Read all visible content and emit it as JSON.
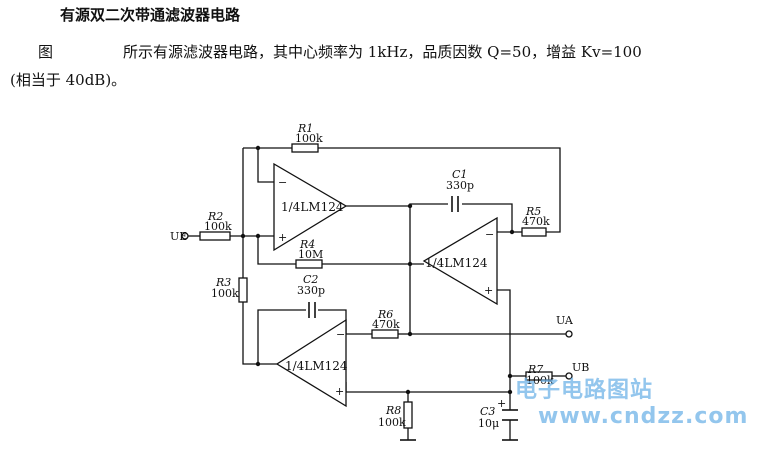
{
  "title": "有源双二次带通滤波器电路",
  "description": {
    "fig_word": "图",
    "line1": "所示有源滤波器电路，其中心频率为 1kHz，品质因数 Q=50，增益 Kv=100",
    "line2": "(相当于 40dB)。"
  },
  "components": {
    "R1": {
      "name": "R1",
      "value": "100k"
    },
    "R2": {
      "name": "R2",
      "value": "100k"
    },
    "R3": {
      "name": "R3",
      "value": "100k"
    },
    "R4": {
      "name": "R4",
      "value": "10M"
    },
    "R5": {
      "name": "R5",
      "value": "470k"
    },
    "R6": {
      "name": "R6",
      "value": "470k"
    },
    "R7": {
      "name": "R7",
      "value": "100k"
    },
    "R8": {
      "name": "R8",
      "value": "100k"
    },
    "C1": {
      "name": "C1",
      "value": "330p"
    },
    "C2": {
      "name": "C2",
      "value": "330p"
    },
    "C3": {
      "name": "C3",
      "value": "10μ"
    }
  },
  "opamps": {
    "U1": "1/4LM124",
    "U2": "1/4LM124",
    "U3": "1/4LM124"
  },
  "terminals": {
    "input": "UE",
    "out_a": "UA",
    "out_b": "UB"
  },
  "watermark": {
    "line1": "电子电路图站",
    "line2": "www.cndzz.com"
  }
}
